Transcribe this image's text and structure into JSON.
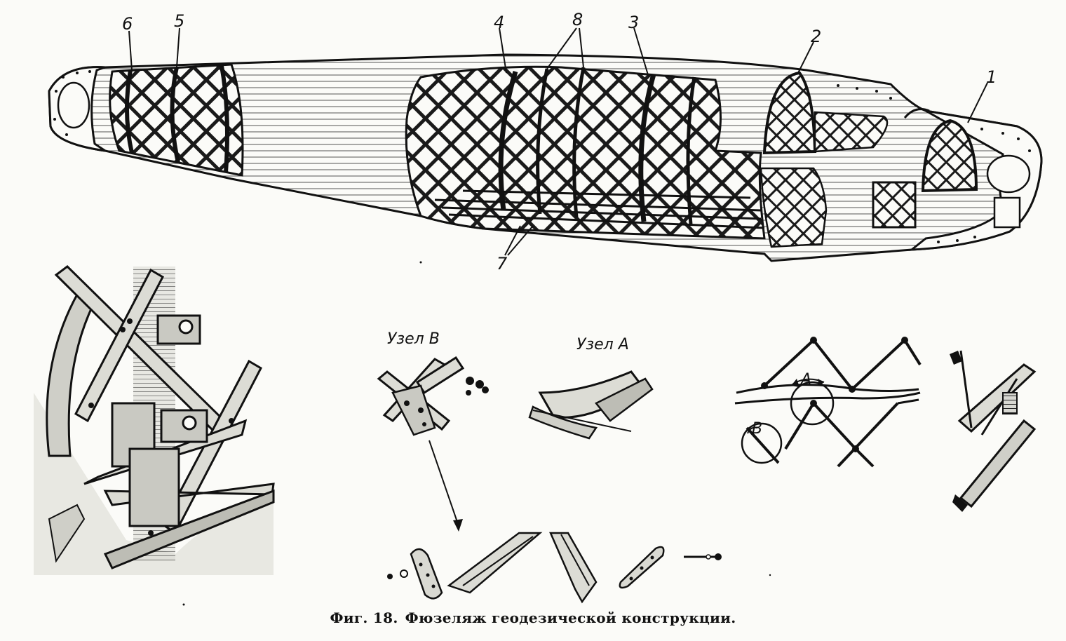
{
  "figure": {
    "caption": {
      "prefix": "Фиг. 18.",
      "title": "Фюзеляж геодезической конструкции."
    },
    "callouts": [
      "1",
      "2",
      "3",
      "4",
      "5",
      "6",
      "7",
      "8"
    ],
    "detail_labels": {
      "node_b": "Узел В",
      "node_a": "Узел А",
      "marker_a": "A",
      "marker_b": "B"
    }
  }
}
